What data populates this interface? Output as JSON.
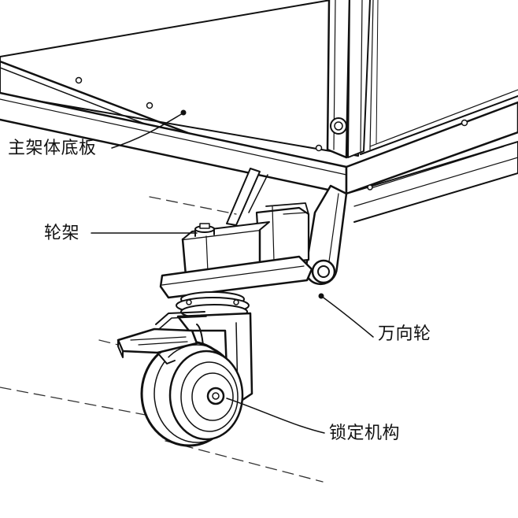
{
  "labels": {
    "main_frame_bottom_plate": "主架体底板",
    "wheel_bracket": "轮架",
    "swivel_caster": "万向轮",
    "locking_mechanism": "锁定机构"
  },
  "colors": {
    "line": "#111111",
    "background": "#ffffff",
    "fill": "#ffffff"
  },
  "icons": {
    "bolt_head": "hex-bolt-icon",
    "pivot_pin": "pivot-bolt-icon",
    "axle_nut": "axle-nut-icon"
  }
}
